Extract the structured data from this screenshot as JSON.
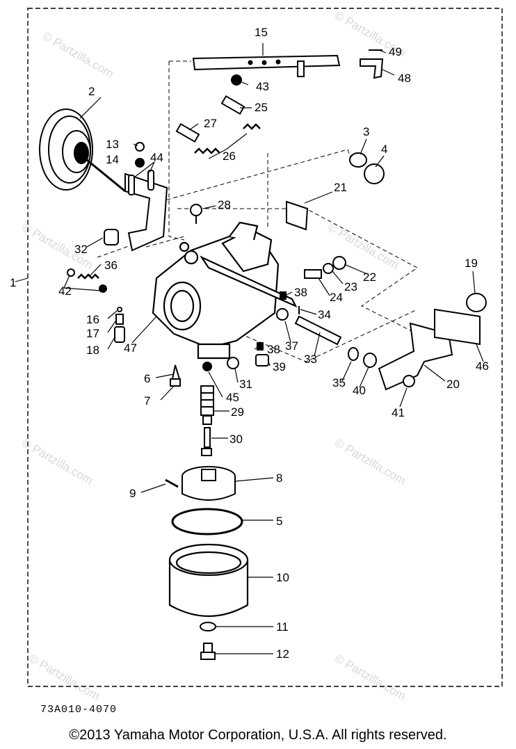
{
  "watermark": "© Partzilla.com",
  "diagram_code": "73A010-4070",
  "copyright": "©2013 Yamaha Motor Corporation, U.S.A. All rights reserved.",
  "callouts": {
    "c1": "1",
    "c2": "2",
    "c3": "3",
    "c4": "4",
    "c5": "5",
    "c6": "6",
    "c7": "7",
    "c8": "8",
    "c9": "9",
    "c10": "10",
    "c11": "11",
    "c12": "12",
    "c13": "13",
    "c14": "14",
    "c15": "15",
    "c16": "16",
    "c17": "17",
    "c18": "18",
    "c19": "19",
    "c20": "20",
    "c21": "21",
    "c22": "22",
    "c23": "23",
    "c24": "24",
    "c25": "25",
    "c26": "26",
    "c27": "27",
    "c28": "28",
    "c29": "29",
    "c30": "30",
    "c31": "31",
    "c32": "32",
    "c33": "33",
    "c34": "34",
    "c35": "35",
    "c36": "36",
    "c37": "37",
    "c38a": "38",
    "c38b": "38",
    "c39": "39",
    "c40": "40",
    "c41": "41",
    "c42": "42",
    "c43": "43",
    "c44": "44",
    "c45": "45",
    "c46": "46",
    "c47": "47",
    "c48": "48",
    "c49": "49"
  }
}
